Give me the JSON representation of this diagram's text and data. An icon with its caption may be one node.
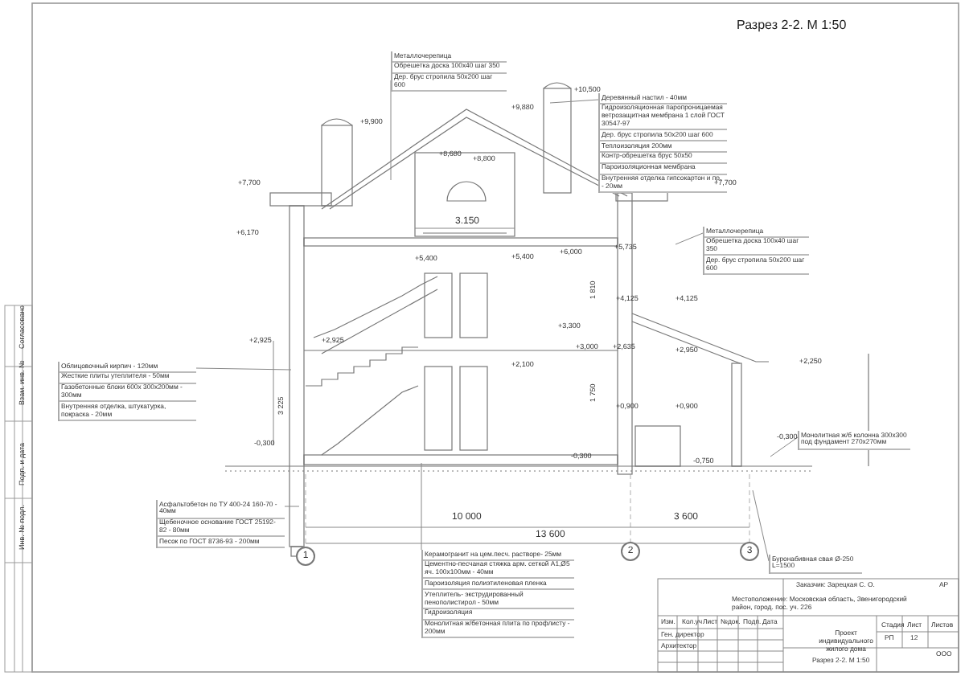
{
  "diagram": {
    "title": "Разрез 2-2. М 1:50",
    "nodes": [
      {
        "text": [
          "Металлочерепица",
          "Обрешетка доска 100х40 шаг 350",
          "Дер. брус стропила 50х200 шаг 600"
        ]
      },
      {
        "text": [
          "Деревянный настил - 40мм",
          "Гидроизоляционная паропроницаемая ветрозащитная мембрана 1 слой ГОСТ 30547-97",
          "Дер. брус стропила 50х200 шаг 600",
          "Теплоизоляция 200мм",
          "Контр-обрешетка брус 50х50",
          "Пароизоляционная мембрана",
          "Внутренняя отделка гипсокартон и пр. - 20мм"
        ]
      },
      {
        "text": [
          "Металлочерепица",
          "Обрешетка доска 100х40 шаг 350",
          "Дер. брус стропила 50х200 шаг 600"
        ]
      },
      {
        "text": [
          "Облицовочный кирпич - 120мм",
          "Жесткие плиты утеплителя - 50мм",
          "Газобетонные блоки 600х 300х200мм - 300мм",
          "Внутренняя отделка, штукатурка, покраска - 20мм"
        ]
      },
      {
        "text": [
          "Асфальтобетон по ТУ 400-24 160-70 - 40мм",
          "Щебеночное основание ГОСТ 25192-82 - 80мм",
          "Песок по ГОСТ 8736-93 - 200мм"
        ]
      },
      {
        "text": [
          "Керамогранит на цем.песч. растворе- 25мм",
          "Цементно-песчаная стяжка арм. сеткой А1,Ø5 яч. 100х100мм - 40мм",
          "Пароизоляция полиэтиленовая пленка",
          "Утеплитель- экструдированный пенополистирол - 50мм",
          "Гидроизоляция",
          "Монолитная ж/бетонная плита по профлисту - 200мм"
        ]
      },
      {
        "text": [
          "Монолитная ж/б колонна 300х300 под фундамент 270х270мм"
        ]
      },
      {
        "text": [
          "Буронабивная свая Ø-250 L=1500"
        ]
      },
      {
        "text": [
          "1"
        ]
      },
      {
        "text": [
          "2"
        ]
      },
      {
        "text": [
          "3"
        ]
      }
    ],
    "edges": [
      {
        "from": 0,
        "to": null,
        "arrow": "none"
      },
      {
        "from": 1,
        "to": null,
        "arrow": "none"
      },
      {
        "from": 2,
        "to": null,
        "arrow": "none"
      },
      {
        "from": 3,
        "to": null,
        "arrow": "none"
      },
      {
        "from": 4,
        "to": null,
        "arrow": "none"
      },
      {
        "from": 5,
        "to": null,
        "arrow": "none"
      },
      {
        "from": 6,
        "to": null,
        "arrow": "none"
      },
      {
        "from": 7,
        "to": null,
        "arrow": "none"
      }
    ],
    "labels": [
      "+10,500",
      "+9,900",
      "+9,880",
      "+8,680",
      "+8,800",
      "+7,700",
      "+7,700",
      "+6,170",
      "+5,400",
      "+5,400",
      "+6,000",
      "+5,735",
      "+4,125",
      "+4,125",
      "+3,300",
      "+3,000",
      "+2,635",
      "+2,950",
      "+2,925",
      "+2,925",
      "+2,100",
      "+2,250",
      "+0,900",
      "+0,900",
      "-0,300",
      "-0,300",
      "-0,750",
      "-0,300",
      "3.150",
      "1 810",
      "1 750",
      "3 225",
      "10 000",
      "13 600",
      "3 600",
      "Заказчик: Зарецкая С. О.",
      "АР",
      "Местоположение: Московская область, Звенигородский район, город. пос. уч. 226",
      "Изм.",
      "Кол.уч",
      "Лист",
      "№док.",
      "Подп.",
      "Дата",
      "Ген. директор",
      "Архитектор",
      "Проект индивидуального жилого дома",
      "Стадия",
      "Лист",
      "Листов",
      "РП",
      "12",
      "Разрез 2-2. М 1:50",
      "ООО",
      "Согласовано",
      "Взам. инв. №",
      "Подп. и дата",
      "Инв. № подл."
    ]
  }
}
